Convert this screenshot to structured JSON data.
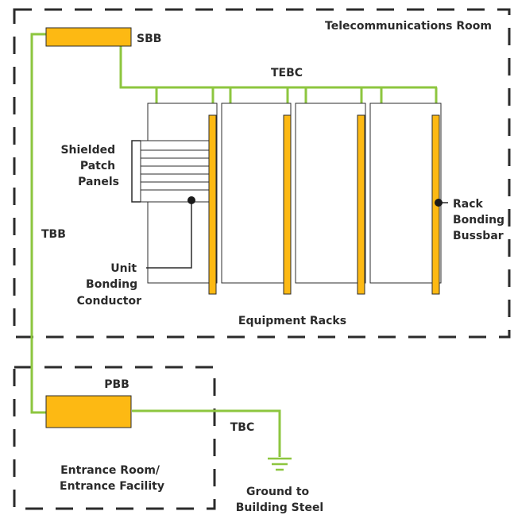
{
  "labels": {
    "telecom_room": "Telecommunications Room",
    "sbb": "SBB",
    "tebc": "TEBC",
    "shielded_patch_panels": [
      "Shielded",
      "Patch",
      "Panels"
    ],
    "tbb": "TBB",
    "unit_bonding_conductor": [
      "Unit",
      "Bonding",
      "Conductor"
    ],
    "rack_bonding_bussbar": [
      "Rack",
      "Bonding",
      "Bussbar"
    ],
    "equipment_racks": "Equipment Racks",
    "pbb": "PBB",
    "tbc": "TBC",
    "entrance_room": [
      "Entrance Room/",
      "Entrance Facility"
    ],
    "ground": [
      "Ground to",
      "Building Steel"
    ]
  },
  "colors": {
    "conductor_green": "#8dc63f",
    "busbar_yellow": "#fdb913",
    "outline": "#2b2b2b"
  }
}
